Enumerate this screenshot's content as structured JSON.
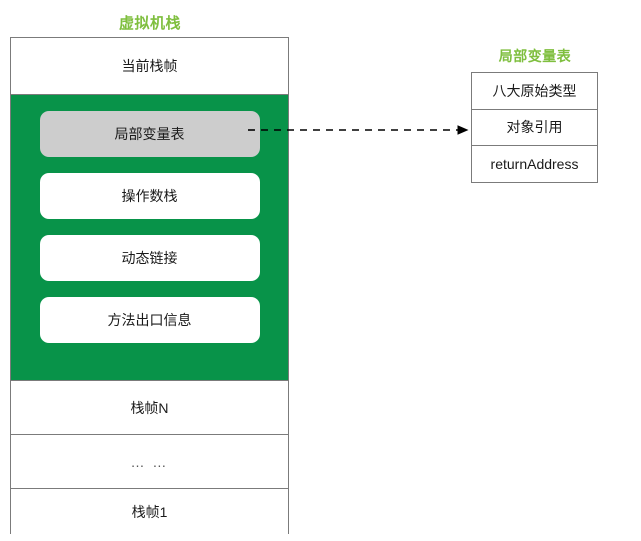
{
  "diagram": {
    "stack": {
      "title": "虚拟机栈",
      "title_color": "#7FBF3F",
      "frame_color": "#089349",
      "highlight_color": "#cdcdcd",
      "rows": [
        {
          "label": "当前栈帧"
        },
        {
          "label": "栈帧N"
        },
        {
          "label": "… …"
        },
        {
          "label": "栈帧1"
        }
      ],
      "frame_items": [
        {
          "label": "局部变量表",
          "highlighted": true
        },
        {
          "label": "操作数栈",
          "highlighted": false
        },
        {
          "label": "动态链接",
          "highlighted": false
        },
        {
          "label": "方法出口信息",
          "highlighted": false
        }
      ]
    },
    "connector": {
      "style": "dashed-arrow",
      "from": "局部变量表",
      "to": "局部变量表(展开)"
    },
    "local_variable_table": {
      "title": "局部变量表",
      "title_color": "#7FBF3F",
      "rows": [
        {
          "label": "八大原始类型"
        },
        {
          "label": "对象引用"
        },
        {
          "label": "returnAddress"
        }
      ]
    }
  }
}
